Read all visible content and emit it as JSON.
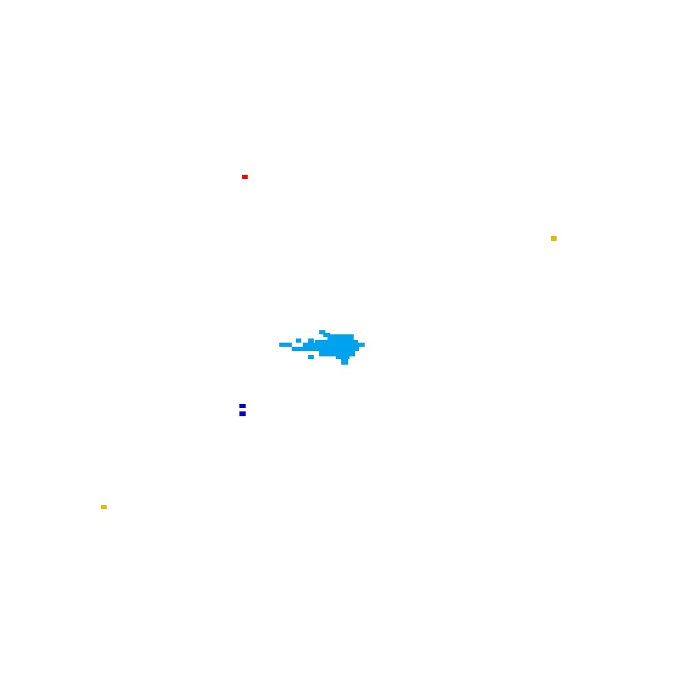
{
  "palette": {
    "background": "#ffffff",
    "ship": "#00a2ee",
    "target": "#ff0000",
    "pickup": "#e6b800",
    "enemy": "#0000cc"
  },
  "entities": [
    {
      "kind": "ship",
      "color_key": "ship",
      "icon": "spaceship-icon"
    },
    {
      "kind": "target",
      "color_key": "target",
      "icon": "red-target-icon"
    },
    {
      "kind": "pickup",
      "color_key": "pickup",
      "icon": "yellow-pickup-icon"
    },
    {
      "kind": "pickup",
      "color_key": "pickup",
      "icon": "yellow-pickup-icon"
    },
    {
      "kind": "enemy",
      "color_key": "enemy",
      "icon": "blue-enemy-icon"
    }
  ]
}
